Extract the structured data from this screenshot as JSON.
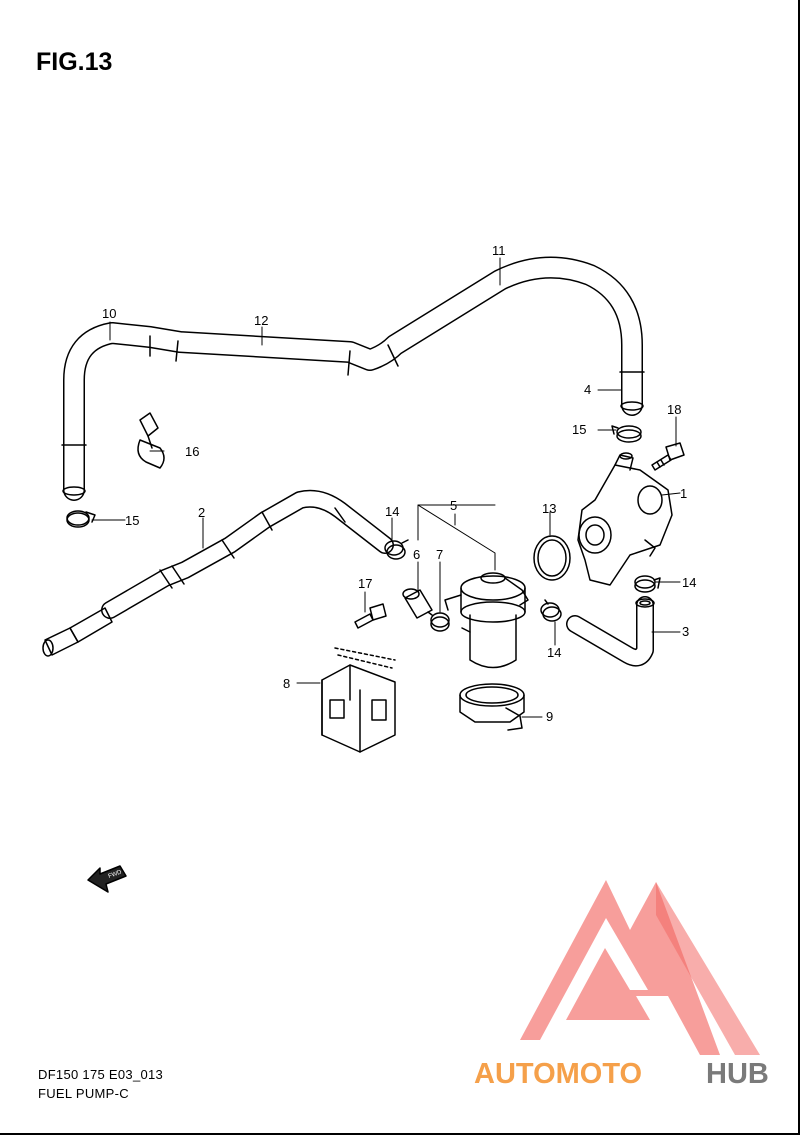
{
  "figure": {
    "title": "FIG.13"
  },
  "callouts": {
    "c1": "1",
    "c2": "2",
    "c3": "3",
    "c4": "4",
    "c5": "5",
    "c6": "6",
    "c7": "7",
    "c8": "8",
    "c9": "9",
    "c10": "10",
    "c11": "11",
    "c12": "12",
    "c13": "13",
    "c14a": "14",
    "c14b": "14",
    "c14c": "14",
    "c15a": "15",
    "c15b": "15",
    "c16": "16",
    "c17": "17",
    "c18": "18"
  },
  "fwd_arrow": {
    "label": "FWD"
  },
  "footer": {
    "code": "DF150 175 E03_013",
    "name": "FUEL PUMP-C"
  },
  "watermark": {
    "brand_left": "AUTOMOTO",
    "brand_right": "HUB",
    "colors": {
      "red": "#f0504a",
      "orange": "#f5a04a",
      "gray": "#7a7a7a"
    }
  }
}
